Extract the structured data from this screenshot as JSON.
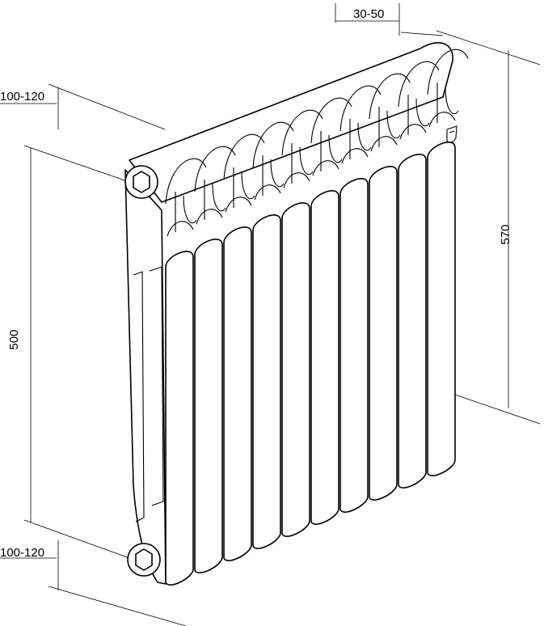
{
  "dimensions": {
    "depth": "30-50",
    "total_height": "570",
    "axis_distance": "500",
    "top_clearance": "100-120",
    "bottom_clearance": "100-120"
  },
  "icons": {
    "top_plug": "hex-plug-icon",
    "bottom_plug": "hex-plug-icon",
    "brand_badge": "brand-badge-icon"
  },
  "product": {
    "section_count": 10
  }
}
